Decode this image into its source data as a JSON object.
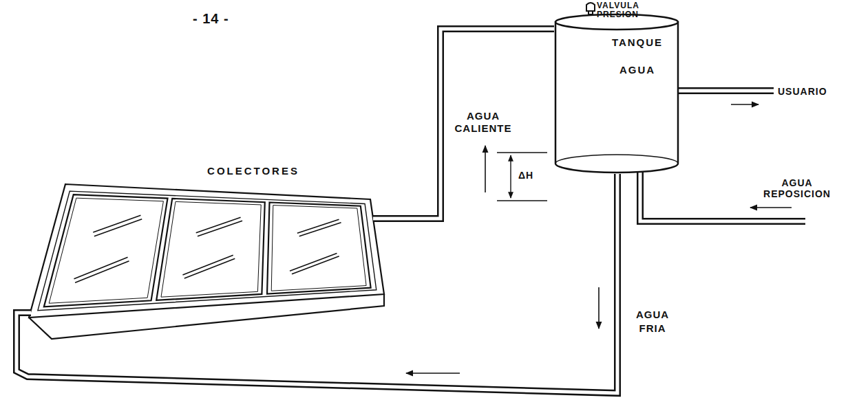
{
  "diagram": {
    "nodes": [
      {
        "text": [
          "TANQUE AGUA"
        ]
      },
      {
        "text": [
          "COLECTORES"
        ]
      }
    ],
    "edges": [
      {
        "from": 1,
        "to": 0,
        "arrow": "none",
        "label": "AGUA CALIENTE"
      },
      {
        "from": 0,
        "to": 1,
        "arrow": "none",
        "label": "AGUA FRIA"
      }
    ],
    "labels": [
      "- 14 -",
      "VALVULA PRESION",
      "USUARIO",
      "ΔH",
      "AGUA REPOSICION"
    ]
  }
}
